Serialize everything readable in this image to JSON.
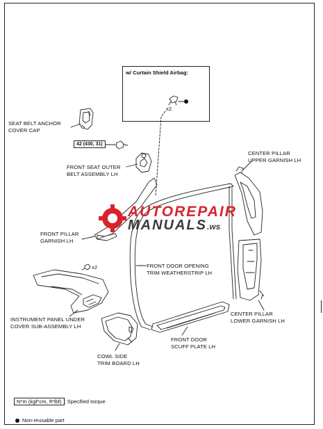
{
  "inset": {
    "title": "w/ Curtain Shield Airbag:",
    "qty": "x2"
  },
  "labels": {
    "seat_belt_anchor": "SEAT BELT ANCHOR\nCOVER CAP",
    "front_seat_outer": "FRONT SEAT OUTER\nBELT ASSEMBLY LH",
    "front_pillar": "FRONT PILLAR\nGARNISH LH",
    "center_pillar_upper": "CENTER PILLAR\nUPPER GARNISH LH",
    "front_door_weatherstrip": "FRONT DOOR OPENING\nTRIM WEATHERSTRIP LH",
    "instrument_panel": "INSTRUMENT PANEL UNDER\nCOVER SUB-ASSEMBLY LH",
    "center_pillar_lower": "CENTER PILLAR\nLOWER GARNISH LH",
    "front_door_scuff": "FRONT DOOR\nSCUFF PLATE LH",
    "cowl_side": "COWL SIDE\nTRIM BOARD LH",
    "qty_clips": "x2"
  },
  "torque_value": "42 (430, 31)",
  "legend": {
    "torque_unit": "N*m (kgf*cm, ft*lbf)",
    "torque_desc": ": Specified torque",
    "non_reusable": "Non-reusable part"
  },
  "watermark": {
    "line1": "AUTOREPAIR",
    "line2": "MANUALS",
    "suffix": ".ws"
  },
  "colors": {
    "watermark_red": "#d9232d",
    "watermark_dark": "#3a3a3a",
    "line": "#222222"
  }
}
